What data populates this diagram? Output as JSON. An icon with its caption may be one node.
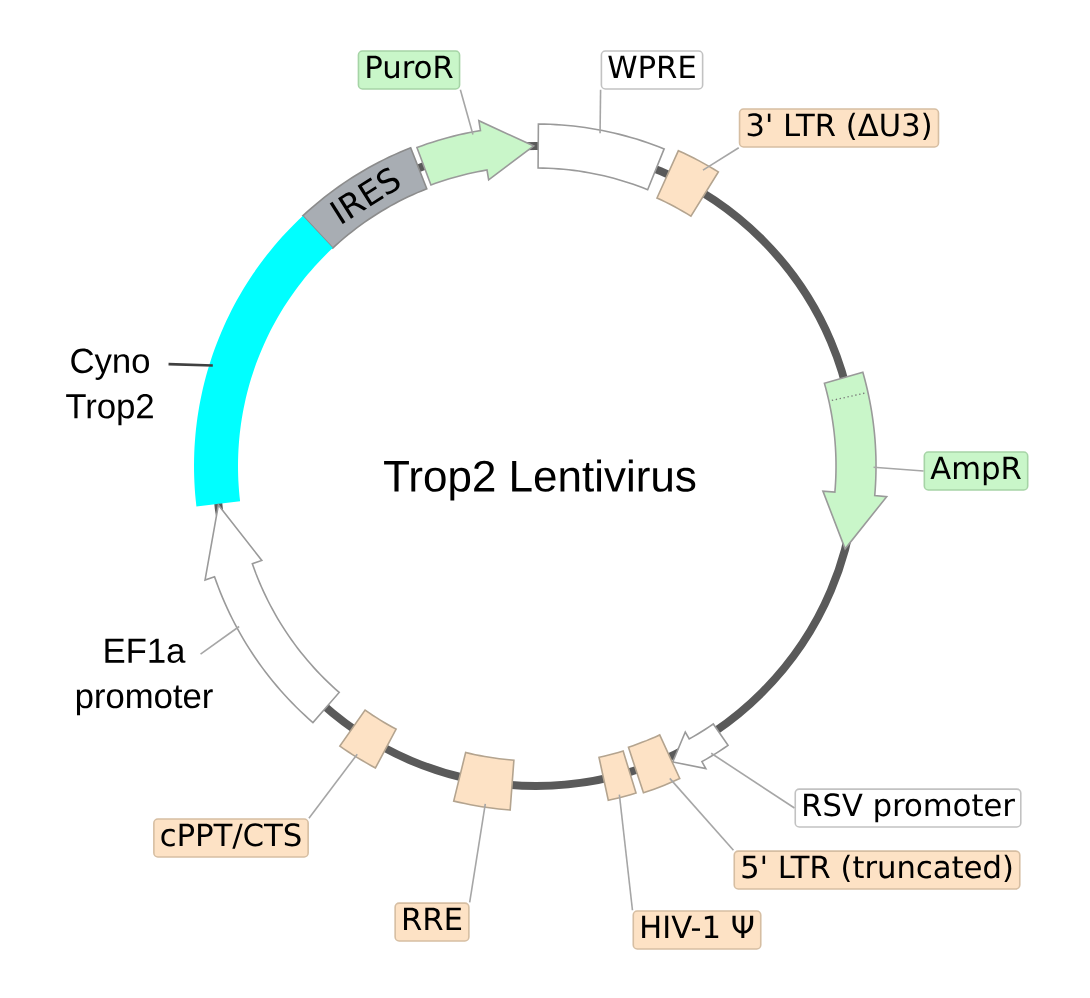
{
  "diagram": {
    "title": "Trop2 Lentivirus",
    "nodes": [
      {
        "text": [
          "PuroR"
        ]
      },
      {
        "text": [
          "WPRE"
        ]
      },
      {
        "text": [
          "3' LTR (ΔU3)"
        ]
      },
      {
        "text": [],
        "shape": "arrow"
      },
      {
        "text": [],
        "shape": "box"
      },
      {
        "text": [],
        "shape": "box"
      },
      {
        "text": [
          "IRES"
        ]
      },
      {
        "text": [
          "Cyno Trop2"
        ]
      },
      {
        "text": [],
        "shape": "bar"
      },
      {
        "text": [],
        "shape": "arrow"
      },
      {
        "text": [
          "AmpR"
        ]
      },
      {
        "text": [
          "EF1a promoter"
        ]
      },
      {
        "text": [],
        "shape": "arrow"
      },
      {
        "text": [],
        "shape": "arrow"
      },
      {
        "text": [],
        "shape": "box"
      },
      {
        "text": [],
        "shape": "box"
      },
      {
        "text": [],
        "shape": "box"
      },
      {
        "text": [],
        "shape": "box"
      },
      {
        "text": [
          "RSV promoter"
        ]
      },
      {
        "text": [
          "cPPT/CTS"
        ]
      },
      {
        "text": [
          "5' LTR (truncated)"
        ]
      },
      {
        "text": [
          "HIV-1 Ψ"
        ]
      },
      {
        "text": [
          "RRE"
        ]
      }
    ],
    "edges": [
      {
        "from": 0,
        "to": 3,
        "arrow": "none"
      },
      {
        "from": 1,
        "to": 4,
        "arrow": "none"
      },
      {
        "from": 2,
        "to": 5,
        "arrow": "none"
      },
      {
        "from": 7,
        "to": 8,
        "arrow": "none",
        "color": "#404040"
      },
      {
        "from": 10,
        "to": 9,
        "arrow": "none"
      },
      {
        "from": 11,
        "to": 12,
        "arrow": "none"
      },
      {
        "from": 18,
        "to": 13,
        "arrow": "none"
      },
      {
        "from": 19,
        "to": 17,
        "arrow": "none"
      },
      {
        "from": 20,
        "to": 14,
        "arrow": "none"
      },
      {
        "from": 21,
        "to": 15,
        "arrow": "none"
      },
      {
        "from": 22,
        "to": 16,
        "arrow": "none"
      }
    ]
  }
}
